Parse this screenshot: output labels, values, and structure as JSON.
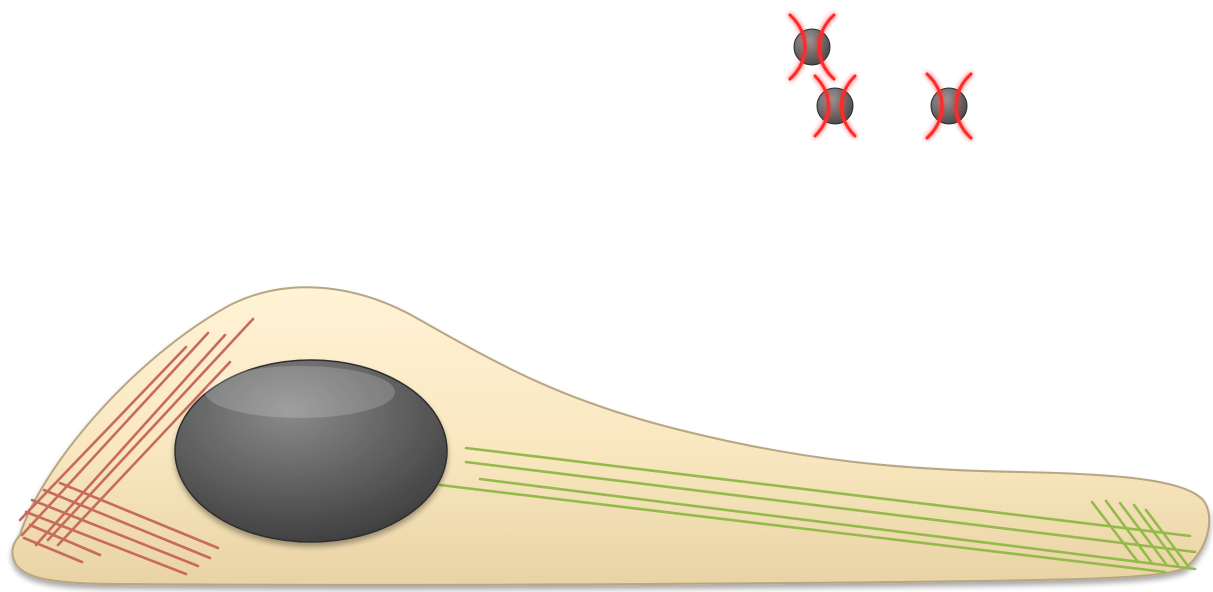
{
  "diagram": {
    "colors": {
      "background": "#ffffff",
      "cell_body_light": "#fff3d6",
      "cell_body_mid": "#f9e7c0",
      "cell_body_dark": "#e9d3a4",
      "cell_outline": "#b8a683",
      "nucleus_light": "#8a8a8a",
      "nucleus_dark": "#3e3e3e",
      "fiber_rear": "#c86a5e",
      "fiber_front": "#94ba4c",
      "particle_body": "#4a4a4a",
      "particle_marker": "#ff2a2a",
      "particle_glow": "#ff9a9a"
    },
    "components": [
      "cell-body",
      "nucleus",
      "rear-fiber-bundle",
      "front-fiber-bundle",
      "marked-particles"
    ],
    "particles": {
      "count": 3,
      "marker_icon": "red-bracket-marker-icon"
    }
  }
}
